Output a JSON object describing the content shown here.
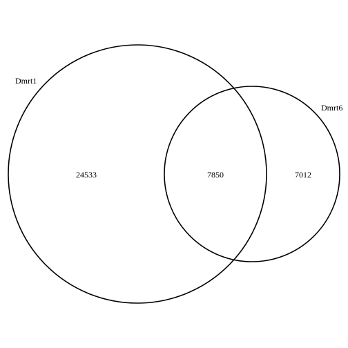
{
  "chart_data": {
    "type": "venn",
    "sets": [
      {
        "name": "Dmrt1"
      },
      {
        "name": "Dmrt6"
      }
    ],
    "regions": {
      "only_a": 24533,
      "intersection": 7850,
      "only_b": 7012
    }
  },
  "labels": {
    "set_a": "Dmrt1",
    "set_b": "Dmrt6",
    "only_a": "24533",
    "intersection": "7850",
    "only_b": "7012"
  },
  "colors": {
    "stroke": "#000000",
    "background": "#ffffff"
  }
}
